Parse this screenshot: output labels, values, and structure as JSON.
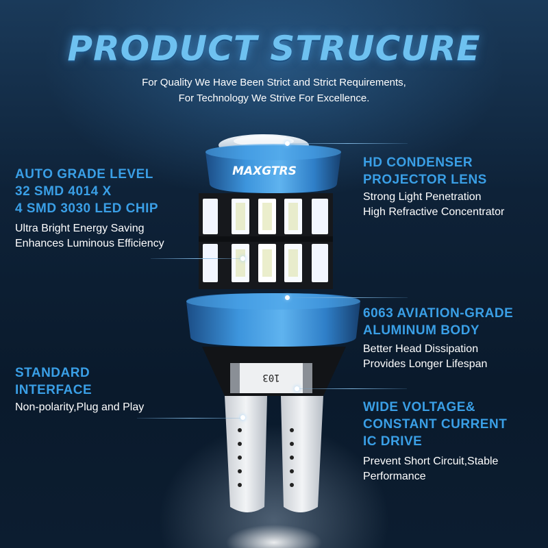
{
  "title": "PRODUCT STRUCURE",
  "subtitle": {
    "line1": "For Quality We Have Been Strict and Strict Requirements,",
    "line2": "For Technology We Strive For Excellence."
  },
  "product": {
    "brand": "MAXGTRS",
    "chip_code": "103"
  },
  "features": {
    "led_chip": {
      "heading": [
        "AUTO GRADE LEVEL",
        "32 SMD 4014 X",
        "4 SMD 3030 LED CHIP"
      ],
      "desc": [
        "Ultra Bright Energy Saving",
        "Enhances Luminous Efficiency"
      ]
    },
    "lens": {
      "heading": [
        "HD CONDENSER",
        "PROJECTOR LENS"
      ],
      "desc": [
        "Strong Light Penetration",
        "High Refractive Concentrator"
      ]
    },
    "body": {
      "heading": [
        "6063 AVIATION-GRADE",
        "ALUMINUM BODY"
      ],
      "desc": [
        "Better Head Dissipation",
        "Provides Longer Lifespan"
      ]
    },
    "interface": {
      "heading": [
        "STANDARD",
        "INTERFACE"
      ],
      "desc": [
        "Non-polarity,Plug and Play"
      ]
    },
    "driver": {
      "heading": [
        "WIDE VOLTAGE&",
        "CONSTANT CURRENT",
        "IC DRIVE"
      ],
      "desc": [
        "Prevent Short Circuit,Stable",
        "Performance"
      ]
    }
  },
  "colors": {
    "accent": "#3a9fe6",
    "title": "#6ec1f0",
    "background": "#0a1a2c",
    "housing": "#2f7fc8"
  }
}
